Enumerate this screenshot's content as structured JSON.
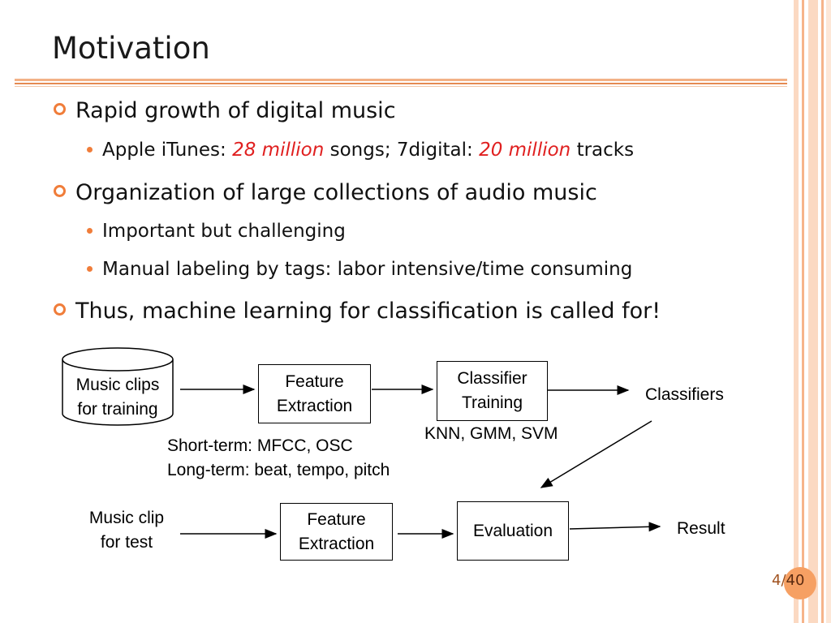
{
  "slide": {
    "title": "Motivation",
    "colors": {
      "accent": "#f07d3a",
      "highlight": "#e02020",
      "stripe": "#f8c9a8",
      "page_circle": "#f6a063"
    },
    "bullets": [
      {
        "text": "Rapid growth of digital music",
        "sub": [
          {
            "parts": [
              {
                "text": "Apple iTunes: ",
                "hl": false
              },
              {
                "text": "28 million",
                "hl": true
              },
              {
                "text": " songs; 7digital: ",
                "hl": false
              },
              {
                "text": "20 million",
                "hl": true
              },
              {
                "text": " tracks",
                "hl": false
              }
            ]
          }
        ]
      },
      {
        "text": "Organization of large collections of audio music",
        "sub": [
          {
            "parts": [
              {
                "text": "Important but challenging",
                "hl": false
              }
            ]
          },
          {
            "parts": [
              {
                "text": "Manual labeling by tags: labor intensive/time consuming",
                "hl": false
              }
            ]
          }
        ]
      },
      {
        "text": "Thus, machine learning for classification is called for!",
        "sub": []
      }
    ]
  },
  "diagram": {
    "training_input": [
      "Music clips",
      "for training"
    ],
    "feature_extraction_1": [
      "Feature",
      "Extraction"
    ],
    "classifier_training": [
      "Classifier",
      "Training"
    ],
    "classifiers": "Classifiers",
    "classifier_methods": "KNN, GMM, SVM",
    "short_term": "Short-term: MFCC, OSC",
    "long_term": "Long-term: beat, tempo, pitch",
    "test_input": [
      "Music clip",
      "for test"
    ],
    "feature_extraction_2": [
      "Feature",
      "Extraction"
    ],
    "evaluation": "Evaluation",
    "result": "Result"
  },
  "page": {
    "current": "4",
    "separator": "/",
    "total": "40"
  }
}
